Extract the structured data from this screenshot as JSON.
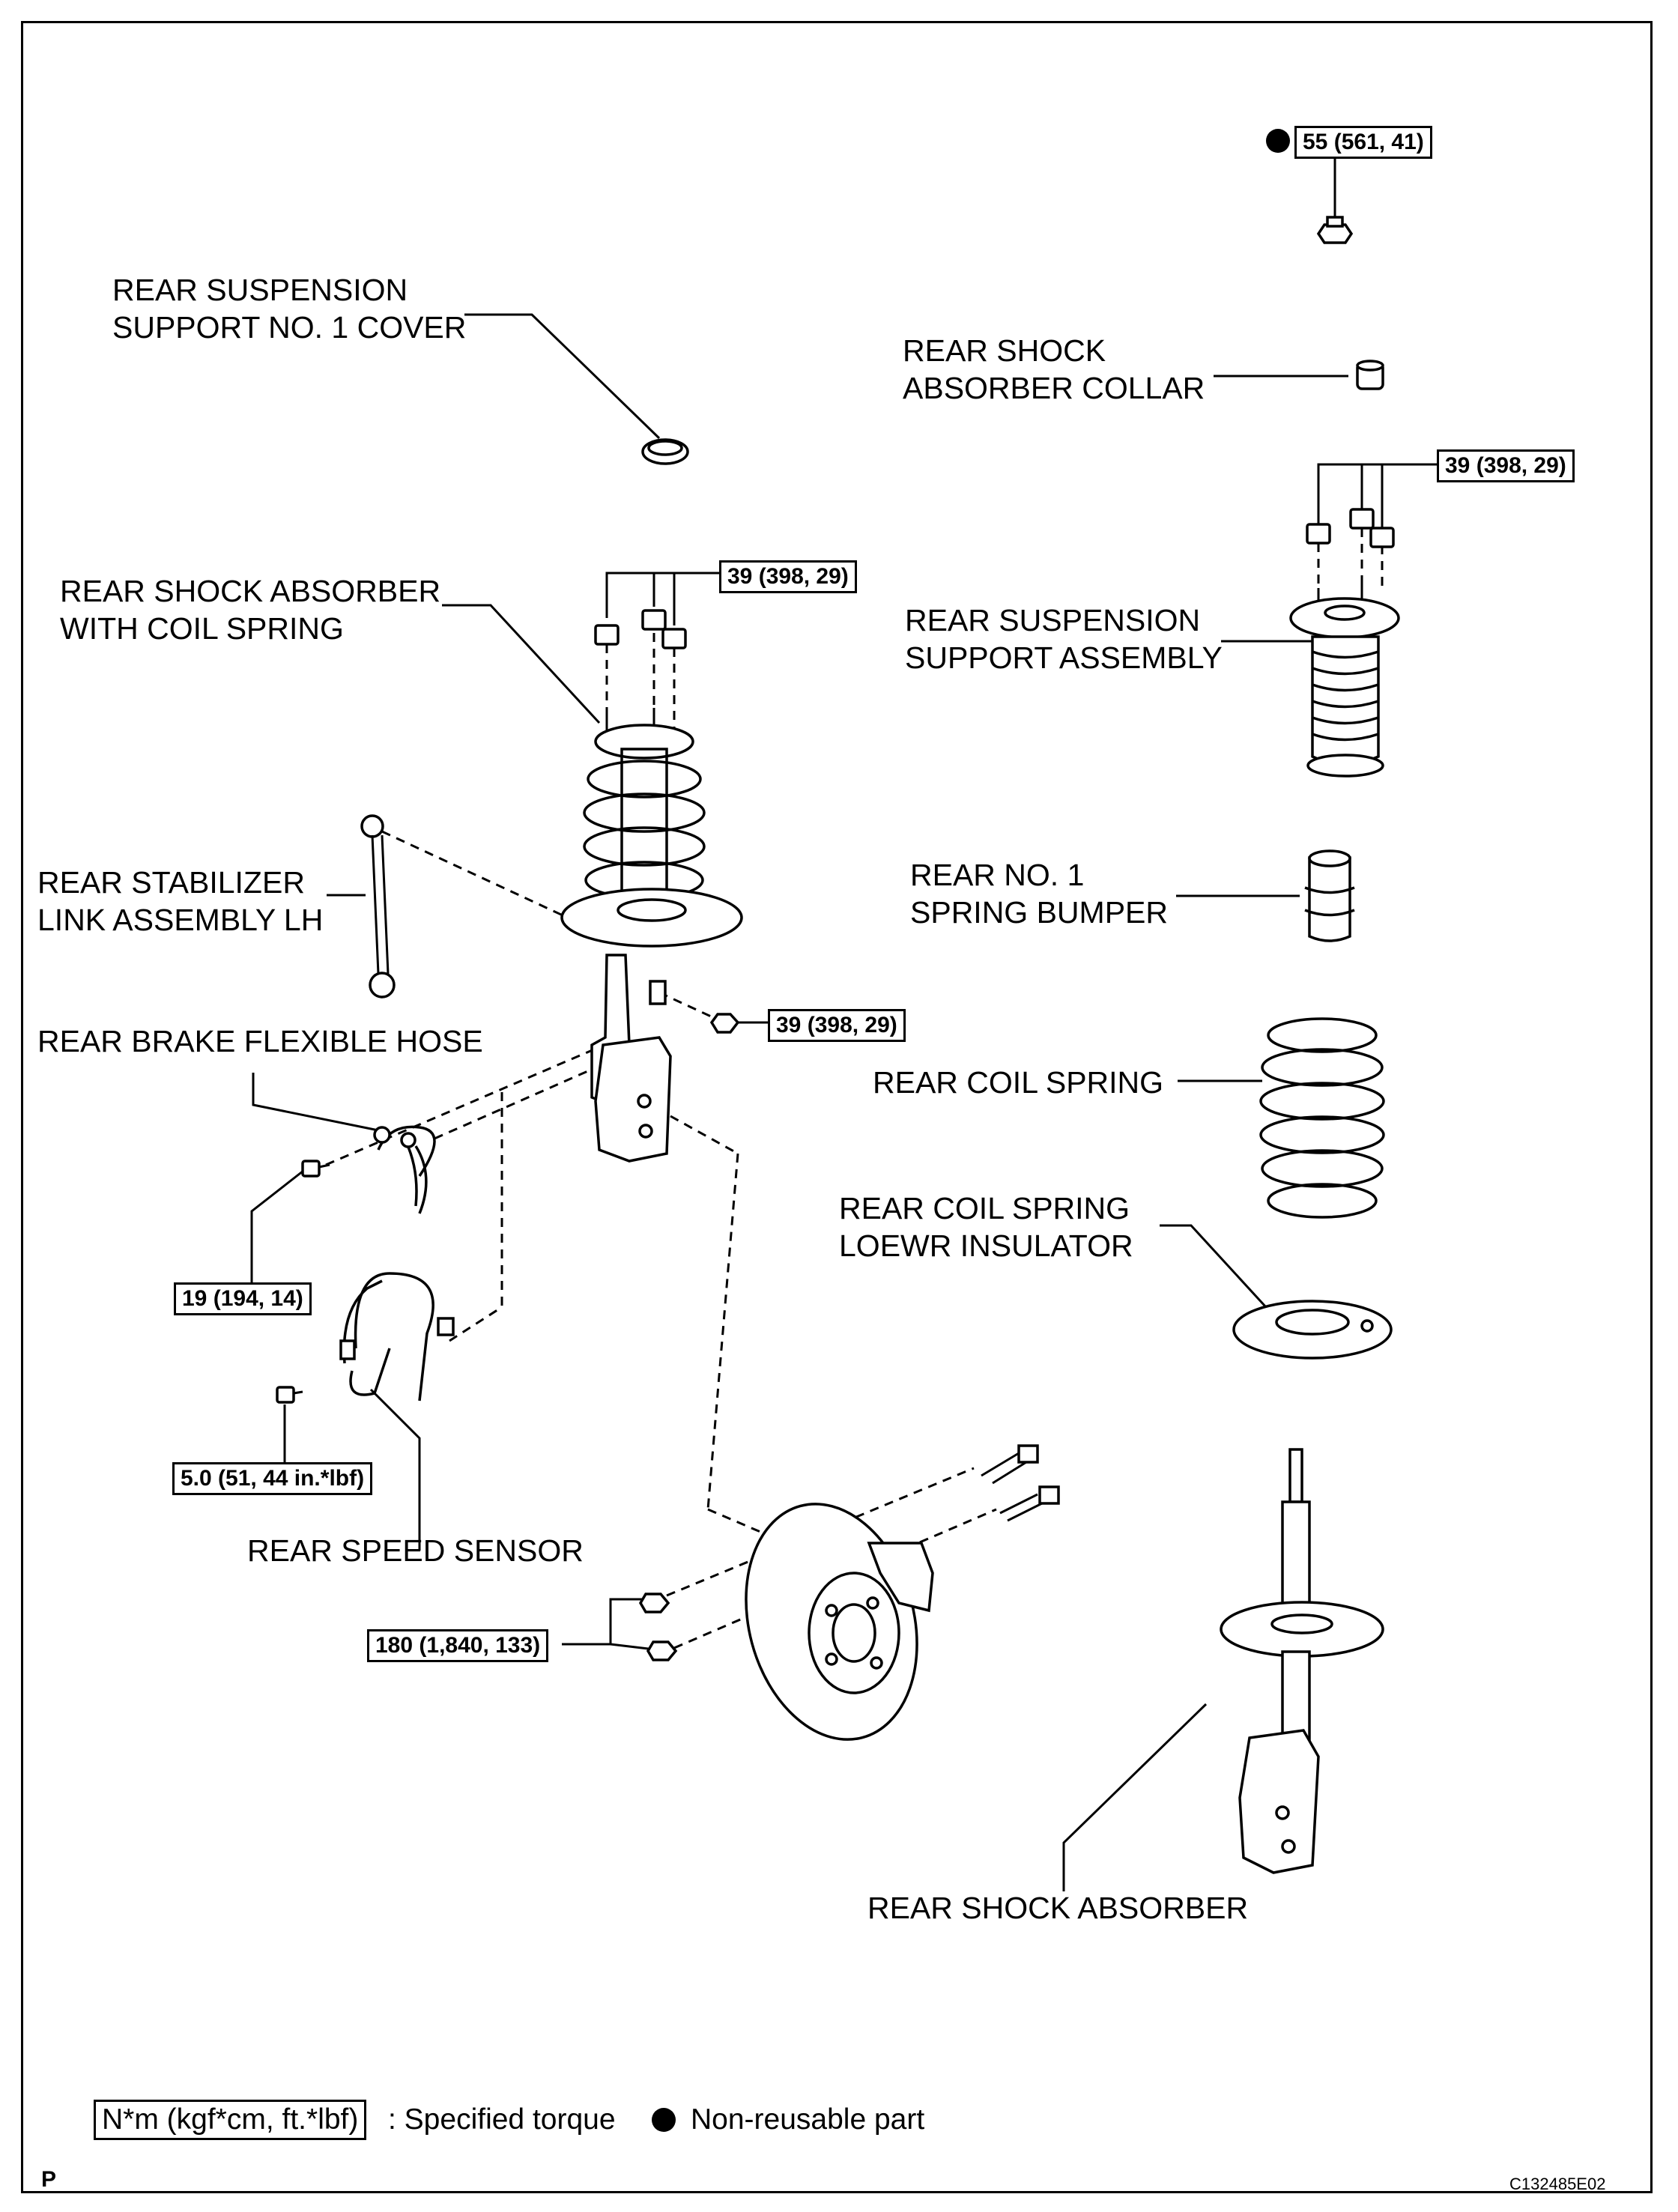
{
  "labels": {
    "support_cover": [
      "REAR SUSPENSION",
      "SUPPORT NO. 1 COVER"
    ],
    "shock_collar": [
      "REAR SHOCK",
      "ABSORBER COLLAR"
    ],
    "shock_with_spring": [
      "REAR SHOCK ABSORBER",
      "WITH COIL SPRING"
    ],
    "support_assembly": [
      "REAR SUSPENSION",
      "SUPPORT ASSEMBLY"
    ],
    "stabilizer_link": [
      "REAR STABILIZER",
      "LINK ASSEMBLY LH"
    ],
    "spring_bumper": [
      "REAR NO. 1",
      "SPRING BUMPER"
    ],
    "brake_hose": "REAR BRAKE FLEXIBLE HOSE",
    "coil_spring": "REAR COIL SPRING",
    "lower_insulator": [
      "REAR COIL SPRING",
      "LOEWR INSULATOR"
    ],
    "speed_sensor": "REAR SPEED SENSOR",
    "shock_absorber": "REAR SHOCK ABSORBER"
  },
  "torques": {
    "top_nut": "55 (561, 41)",
    "support_nuts_right": "39 (398, 29)",
    "support_nuts_left": "39 (398, 29)",
    "stabilizer_nut": "39 (398, 29)",
    "hose_bolt": "19 (194, 14)",
    "sensor_bolt": "5.0 (51, 44 in.*lbf)",
    "knuckle_bolts": "180 (1,840, 133)"
  },
  "legend": {
    "unit": "N*m (kgf*cm, ft.*lbf)",
    "torque_text": ": Specified torque",
    "nonreusable_text": "Non-reusable part"
  },
  "corner": {
    "left": "P",
    "code": "C132485E02"
  }
}
